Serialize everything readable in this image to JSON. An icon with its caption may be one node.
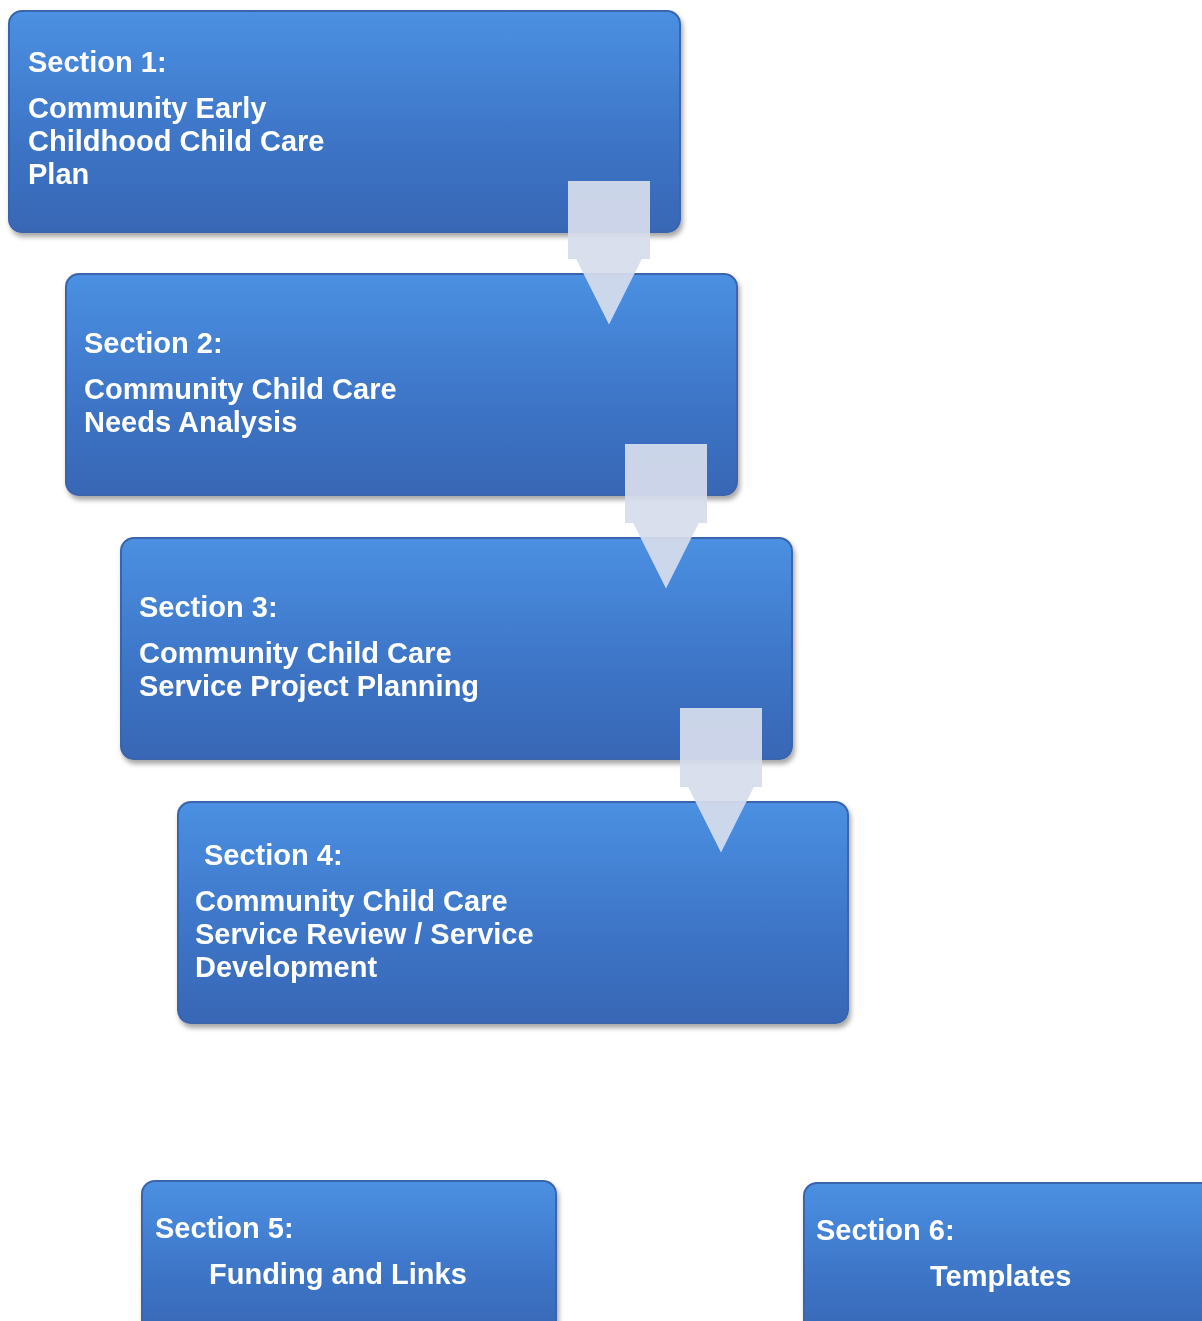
{
  "diagram": {
    "nodes": [
      {
        "text": [
          "Section 1:",
          "Community Early Childhood Child Care Plan"
        ]
      },
      {
        "text": [
          "Section 2:",
          "Community Child Care Needs Analysis"
        ]
      },
      {
        "text": [
          "Section 3:",
          "Community Child Care Service Project Planning"
        ]
      },
      {
        "text": [
          "Section 4:",
          "Community Child Care Service Review / Service Development"
        ]
      },
      {
        "text": [
          "Section 5:",
          "Funding and Links"
        ]
      },
      {
        "text": [
          "Section 6:",
          "Templates"
        ]
      }
    ],
    "edges": [
      {
        "from": 0,
        "to": 1,
        "arrow": "to"
      },
      {
        "from": 1,
        "to": 2,
        "arrow": "to"
      },
      {
        "from": 2,
        "to": 3,
        "arrow": "to"
      }
    ]
  }
}
